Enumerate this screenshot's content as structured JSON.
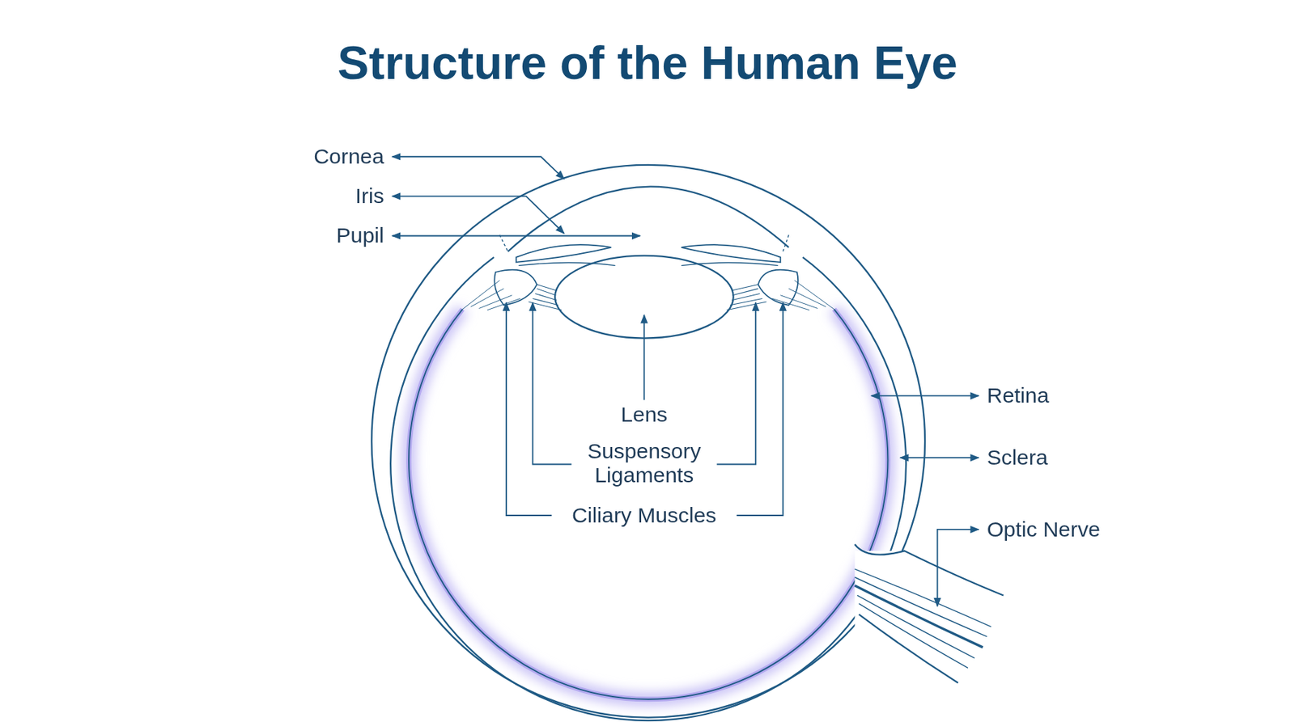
{
  "diagram": {
    "title": "Structure of the Human Eye",
    "labels": [
      "Cornea",
      "Iris",
      "Pupil",
      "Lens",
      "Suspensory Ligaments",
      "Ciliary Muscles",
      "Retina",
      "Sclera",
      "Optic Nerve"
    ]
  }
}
